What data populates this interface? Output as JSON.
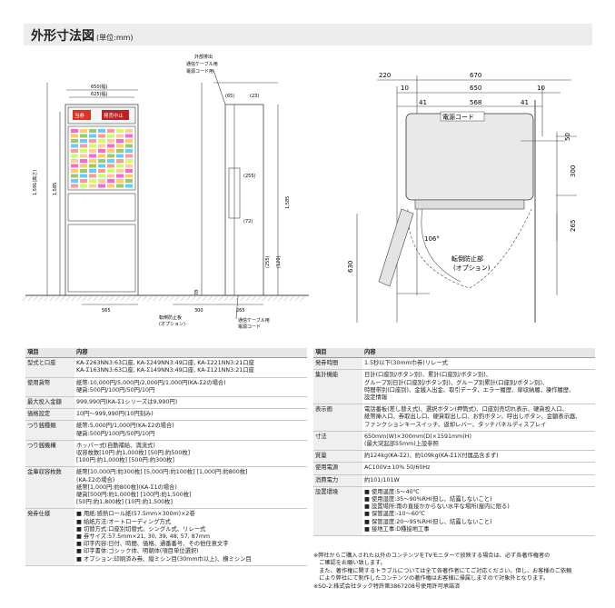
{
  "header": {
    "title": "外形寸法図",
    "unit": "(単位:mm)"
  },
  "drawing_left": {
    "outer_width": "650(幅)",
    "inner_width": "625(幅)",
    "height_total": "1,591(高さ)",
    "height_machine": "1,585",
    "depth_label": "565",
    "depth_bottom_1": "265",
    "depth_bottom_2": "300",
    "depth_top_1": "(65)",
    "depth_top_2": "(23)",
    "side_dim_1": "(255)",
    "side_dim_2": "(72)",
    "side_dim_3": "(255)",
    "side_dim_4": "(120)",
    "side_total": "1,585",
    "base_height": "78",
    "front_mark_1": "当券",
    "front_mark_2": "発売中止",
    "callout_top_1": "外部排出",
    "callout_top_2": "通信ケーブル用",
    "callout_top_3": "電源コード用",
    "callout_bottom_1": "転倒防止板",
    "callout_bottom_2": "(オプション)",
    "callout_bottom_3": "通信ケーブル用",
    "callout_bottom_4": "電源コード"
  },
  "drawing_right": {
    "top_dims": [
      "220",
      "670",
      "10",
      "650",
      "10",
      "41",
      "568",
      "41"
    ],
    "cord_label": "電源コード",
    "dim_50": "50",
    "dim_300": "300",
    "dim_265": "265",
    "dim_630": "630",
    "angle": "106°",
    "stopper_1": "転倒防止部",
    "stopper_2": "(オプション)"
  },
  "table_left": {
    "headers": [
      "項目",
      "内容"
    ],
    "rows": [
      {
        "key": "型式と口座",
        "lines": [
          "KA-Σ263NN3:63口座, KA-Σ249NN3:49口座, KA-Σ221NN3:21口座",
          "KA-Σ163NN3:63口座, KA-Σ149NN3:49口座, KA-Σ121NN3:21口座"
        ]
      },
      {
        "key": "使用貨幣",
        "lines": [
          "紙幣:10,000円/5,000円/2,000円/1,000円(KA-Σ2の場合)",
          "硬貨:500円/100円/50円/10円"
        ]
      },
      {
        "key": "最大投入金額",
        "lines": [
          "999,990円(KA-Σ1シリーズは9,990円)"
        ]
      },
      {
        "key": "価格設定",
        "lines": [
          "10円〜999,990円(10円刻み)"
        ]
      },
      {
        "key": "つり銭種類",
        "lines": [
          "紙幣:5,000円/1,000円(KA-Σ2の場合)",
          "硬貨:500円/100円/50円/10円"
        ]
      },
      {
        "key": "つり銭機構",
        "lines": [
          "ホッパー式(自動補給、満流式)",
          "収容枚数[10円:約1,000枚] [50円:約500枚]",
          "[100円:約1,000枚] [500円:約300枚]"
        ]
      },
      {
        "key": "金庫収容枚数",
        "lines": [
          "紙幣[10,000円:約300枚] [5,000円:約100枚] [1,000円:約800枚]",
          "(KA-Σ2の場合)",
          "紙幣[1,000円:約800枚](KA-Σ1の場合)",
          "硬貨[500円:約1,000枚] [100円:約1,500枚]",
          "[50円:約1,800枚] [10円:約1,500枚]"
        ]
      },
      {
        "key": "発券仕様",
        "lines": [
          "■ 用紙:感熱ロール紙(57.5mm×300m)×2巻",
          "■ 給紙方法:オートローディング方式",
          "■ 切替方式:口座別切替式、シングル式、リレー式",
          "■ 券サイズ:57.5mm×21, 30, 39, 48, 57, 87mm",
          "■ 印字内容:日付、時間、価格、通番番号、その他任意文字",
          "■ 印字書体:ゴシック体、明朝体(項目単位選択)",
          "■ オプション:印刷済み券、縦ミシン目(30mm巾以上)、横ミシン目"
        ]
      }
    ]
  },
  "table_right": {
    "headers": [
      "項目",
      "内容"
    ],
    "rows": [
      {
        "key": "発券時間",
        "lines": [
          "1.5秒以下(30mm巾券)リレー式"
        ]
      },
      {
        "key": "集計機能",
        "lines": [
          "日計(口座別/ボタン別)、累計(口座別/ボタン別)、",
          "グループ別日計(口座別/ボタン別)、グループ別累計(口座別/ボタン別)、",
          "時間帯別(口座別)、金銭入出金、取引データ、エラー履歴、扉収納履、操作履歴、",
          "設定情報"
        ]
      },
      {
        "key": "表示画",
        "lines": [
          "電話番板(差し替え式)、選択ボタン(押筒式)、口座別売切れ表示、硬貨投入口、",
          "紙幣挿入口、券取出し口、硬貨取出し口、お釣ボタン、呼出しボタン、金額表示器、",
          "ファンクションキースイッチ、返却レバー、タッチパネルディスプレイ"
        ]
      },
      {
        "key": "寸法",
        "lines": [
          "650mm(W)×300mm(D)×1591mm(H)",
          "(最大突起部55mm)上設参照"
        ]
      },
      {
        "key": "質量",
        "lines": [
          "約124kg(KA-Σ2)、約109kg(KA-Σ1)(付属品含まず)"
        ]
      },
      {
        "key": "使用電源",
        "lines": [
          "AC100V±10%  50/60Hz"
        ]
      },
      {
        "key": "消費電力",
        "lines": [
          "約101/101W"
        ]
      },
      {
        "key": "設置環境",
        "lines": [
          "■ 使用温度:5〜40℃",
          "■ 使用湿度:35〜90%RH(但し、結露しないこと)",
          "■ 設置場所:雨の直接かからない水平な場所(屋内に限る)",
          "■ 保管温度:-10〜60℃",
          "■ 保管湿度:20〜95%RH(但し、結露しないこと)",
          "■ 接地工事:D種接地工事"
        ]
      }
    ]
  },
  "notes": [
    "※弊社からご購入された以外のコンテンツをTVモニターで放映する場合は、必ず各著作権者の",
    "　ご確認をお願い致します。",
    "　また、著作権に関するトラブルについては全て各著作者にてご対応ください。但し、お客様のご依頼",
    "　により弊社にて制作したコンテンツの著作権はお客様に帰属しますので対象外となります。",
    "※SO-2:株式会社タック特許第3867208号使用許可承諾済"
  ]
}
